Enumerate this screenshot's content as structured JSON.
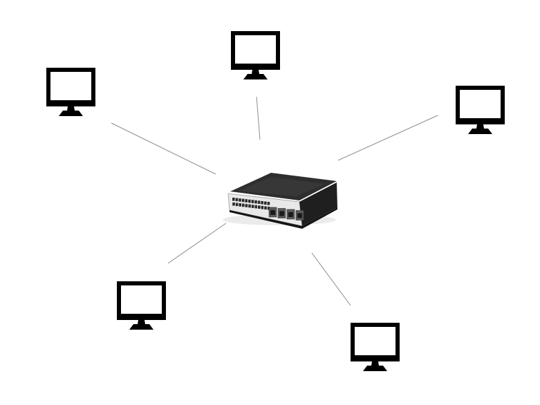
{
  "diagram": {
    "topology": "star",
    "background_color": "#ffffff",
    "link_color": "#8c8c8c",
    "hub": {
      "icon": "network-switch-icon",
      "body_color": "#2b2b2b",
      "front_panel_color": "#e6e6e6",
      "port_count": 24,
      "uplink_port_count": 4
    },
    "nodes": [
      {
        "id": "computer-top-left",
        "icon": "monitor-icon"
      },
      {
        "id": "computer-top-center",
        "icon": "monitor-icon"
      },
      {
        "id": "computer-right",
        "icon": "monitor-icon"
      },
      {
        "id": "computer-bottom-left",
        "icon": "monitor-icon"
      },
      {
        "id": "computer-bottom-right",
        "icon": "monitor-icon"
      }
    ],
    "monitor_color": "#000000",
    "screen_color": "#ffffff"
  }
}
